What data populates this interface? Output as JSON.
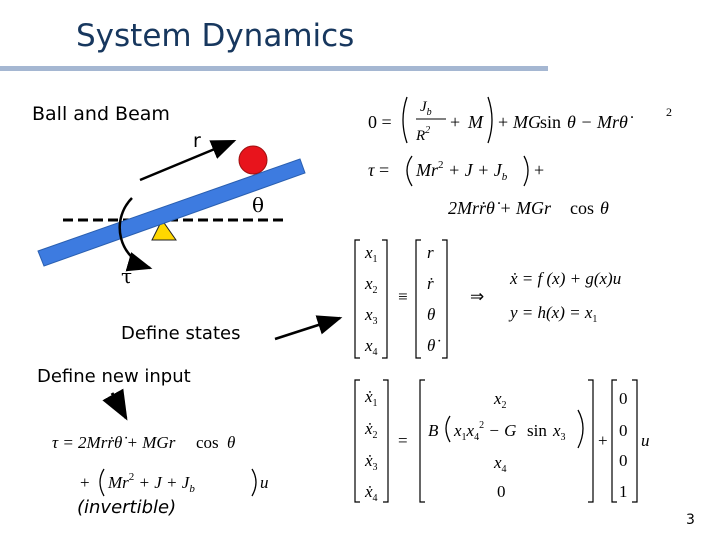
{
  "slide": {
    "title": "System Dynamics",
    "page_number": "3"
  },
  "diagram": {
    "heading": "Ball and Beam",
    "r_label": "r",
    "theta_label": "θ",
    "tau_label": "τ",
    "define_states": "Define states",
    "define_input": "Define new input",
    "invertible": "(invertible)"
  },
  "colors": {
    "title": "#17375e",
    "rule": "#a5b7d2",
    "beam": "#3d7be0",
    "ball": "#e8141c",
    "pivot": "#ffd700"
  }
}
